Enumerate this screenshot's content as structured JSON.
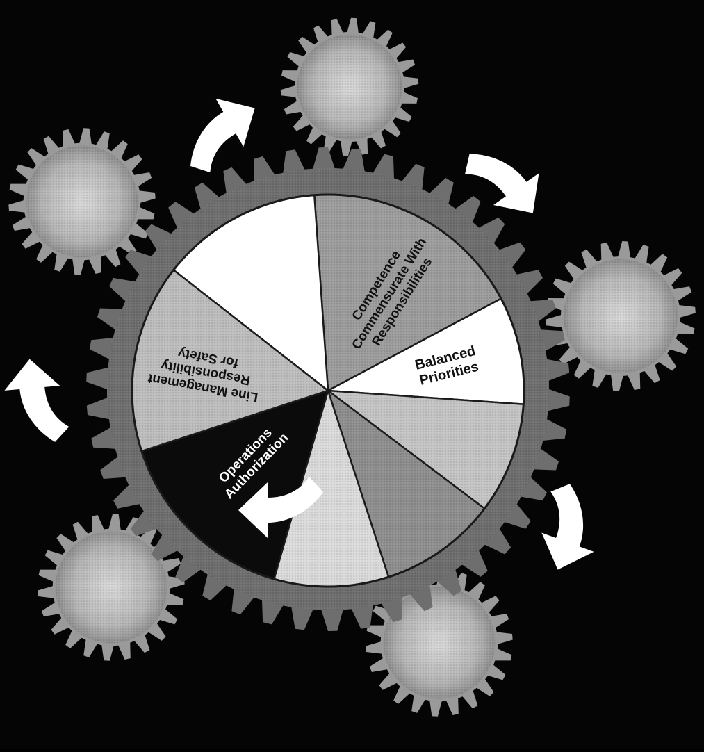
{
  "colors": {
    "background": "#050505",
    "main_gear": "#6e6e6e",
    "small_gear": "#9a9a9a",
    "small_gear_face": "#c9c9c9",
    "arrow": "#ffffff",
    "outline": "#1a1a1a"
  },
  "wheel": {
    "segments": [
      {
        "id": "competence",
        "lines": [
          "Competence",
          "Commensurate With",
          "Responsibilities"
        ],
        "fill": "#9c9c9c",
        "text_color": "#111111"
      },
      {
        "id": "balanced-priorities",
        "lines": [
          "Balanced",
          "Priorities"
        ],
        "fill": "#ffffff",
        "text_color": "#111111"
      },
      {
        "id": "blank-light-1",
        "lines": [],
        "fill": "#c4c4c4",
        "text_color": "#111111"
      },
      {
        "id": "blank-gray",
        "lines": [],
        "fill": "#8e8e8e",
        "text_color": "#111111"
      },
      {
        "id": "blank-light-2",
        "lines": [],
        "fill": "#dadada",
        "text_color": "#111111"
      },
      {
        "id": "operations-authorization",
        "lines": [
          "Operations",
          "Authorization"
        ],
        "fill": "#0b0b0b",
        "text_color": "#ffffff"
      },
      {
        "id": "line-management",
        "lines": [
          "Line Management",
          "Responsibility",
          "for Safety"
        ],
        "fill": "#bdbdbd",
        "text_color": "#111111",
        "flipped": true
      },
      {
        "id": "blank-white",
        "lines": [],
        "fill": "#ffffff",
        "text_color": "#111111"
      }
    ]
  },
  "small_gears": [
    "top",
    "upper-left",
    "right",
    "lower-right",
    "lower-left"
  ],
  "arrows": [
    "upper-left-to-top",
    "top-to-right",
    "right-to-lower-right",
    "lower-right-to-lower-left",
    "lower-left-to-upper-left"
  ]
}
